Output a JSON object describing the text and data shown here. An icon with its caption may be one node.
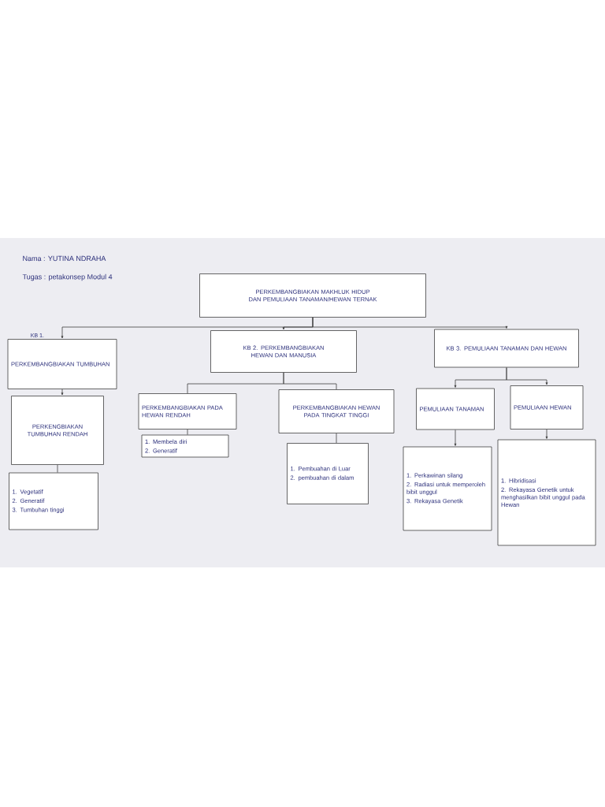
{
  "diagram": {
    "nodes": [
      {
        "text": [
          "PERKEMBANGBIAKAN MAKHLUK HIDUP DAN PEMULIAAN TANAMAN/HEWAN TERNAK"
        ]
      },
      {
        "text": [
          "PERKEMBANGBIAKAN TUMBUHAN"
        ],
        "beside": [
          "KB 1."
        ]
      },
      {
        "text": [
          "KB 2. PERKEMBANGBIAKAN HEWAN DAN MANUSIA"
        ]
      },
      {
        "text": [
          "KB 3. PEMULIAAN TANAMAN DAN HEWAN"
        ]
      },
      {
        "text": [
          "PERKENGBIAKAN TUMBUHAN RENDAH"
        ]
      },
      {
        "text": [
          "1. Vegetatif",
          "2. Generatif",
          "3. Tumbuhan tinggi"
        ]
      },
      {
        "text": [
          "PERKEMBANGBIAKAN PADA HEWAN RENDAH"
        ]
      },
      {
        "text": [
          "PERKEMBANGBIAKAN HEWAN PADA TINGKAT TINGGI"
        ]
      },
      {
        "text": [
          "1. Membela diri",
          "2. Generatif"
        ]
      },
      {
        "text": [
          "1. Pembuahan di Luar",
          "2. pembuahan di dalam"
        ]
      },
      {
        "text": [
          "PEMULIAAN TANAMAN"
        ]
      },
      {
        "text": [
          "PEMULIAAN HEWAN"
        ]
      },
      {
        "text": [
          "1. Perkawinan silang",
          "2. Radiasi untuk memperoleh bibit unggul",
          "3. Rekayasa Genetik"
        ]
      },
      {
        "text": [
          "1. Hibridisasi",
          "2. Rekayasa Genetik untuk menghasilkan bibit unggul pada Hewan"
        ]
      }
    ],
    "edges": [
      {
        "from": 0,
        "to": 1,
        "arrow": "to"
      },
      {
        "from": 0,
        "to": 2,
        "arrow": "to"
      },
      {
        "from": 0,
        "to": 3,
        "arrow": "to"
      },
      {
        "from": 1,
        "to": 4,
        "arrow": "to"
      },
      {
        "from": 4,
        "to": 5,
        "arrow": "none"
      },
      {
        "from": 2,
        "to": 6,
        "arrow": "none"
      },
      {
        "from": 2,
        "to": 7,
        "arrow": "none"
      },
      {
        "from": 6,
        "to": 8,
        "arrow": "none"
      },
      {
        "from": 7,
        "to": 9,
        "arrow": "none"
      },
      {
        "from": 3,
        "to": 10,
        "arrow": "to"
      },
      {
        "from": 3,
        "to": 11,
        "arrow": "to"
      },
      {
        "from": 10,
        "to": 12,
        "arrow": "to"
      },
      {
        "from": 11,
        "to": 13,
        "arrow": "to"
      }
    ],
    "labels": [
      "Nama : YUTINA NDRAHA",
      "Tugas : petakonsep Modul 4"
    ]
  }
}
